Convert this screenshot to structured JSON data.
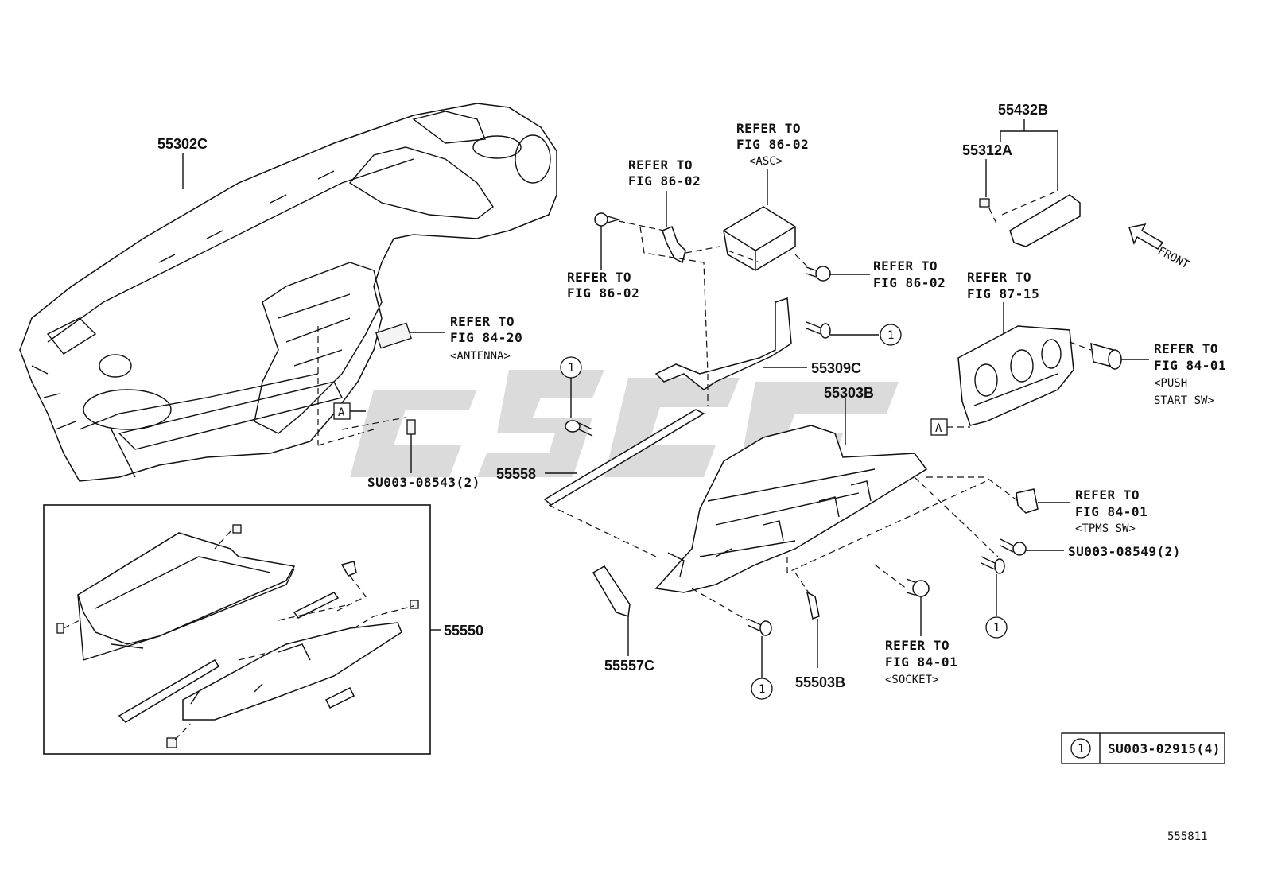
{
  "parts": {
    "p55302c": "55302C",
    "p55432b": "55432B",
    "p55312a": "55312A",
    "p55309c": "55309C",
    "p55303b": "55303B",
    "p55558": "55558",
    "p55550": "55550",
    "p55557c": "55557C",
    "p55503b": "55503B",
    "su_08543": "SU003-08543(2)",
    "su_08549": "SU003-08549(2)"
  },
  "refs": {
    "ref_a_l1": "REFER TO",
    "ref_a_l2": "FIG 86-02",
    "ref_b_l1": "REFER TO",
    "ref_b_l2": "FIG 86-02",
    "ref_b_l3": "<ASC>",
    "ref_c_l1": "REFER TO",
    "ref_c_l2": "FIG 86-02",
    "ref_d_l1": "REFER TO",
    "ref_d_l2": "FIG 86-02",
    "ref_e_l1": "REFER TO",
    "ref_e_l2": "FIG 84-20",
    "ref_e_l3": "<ANTENNA>",
    "ref_f_l1": "REFER TO",
    "ref_f_l2": "FIG 87-15",
    "ref_g_l1": "REFER TO",
    "ref_g_l2": "FIG 84-01",
    "ref_g_l3": "<PUSH",
    "ref_g_l4": "START SW>",
    "ref_h_l1": "REFER TO",
    "ref_h_l2": "FIG 84-01",
    "ref_h_l3": "<TPMS SW>",
    "ref_i_l1": "REFER TO",
    "ref_i_l2": "FIG 84-01",
    "ref_i_l3": "<SOCKET>"
  },
  "markers": {
    "circle_1": "1",
    "box_a": "A",
    "front": "FRONT"
  },
  "legend": {
    "symbol": "1",
    "part": "SU003-02915(4)"
  },
  "diagram_id": "555811"
}
